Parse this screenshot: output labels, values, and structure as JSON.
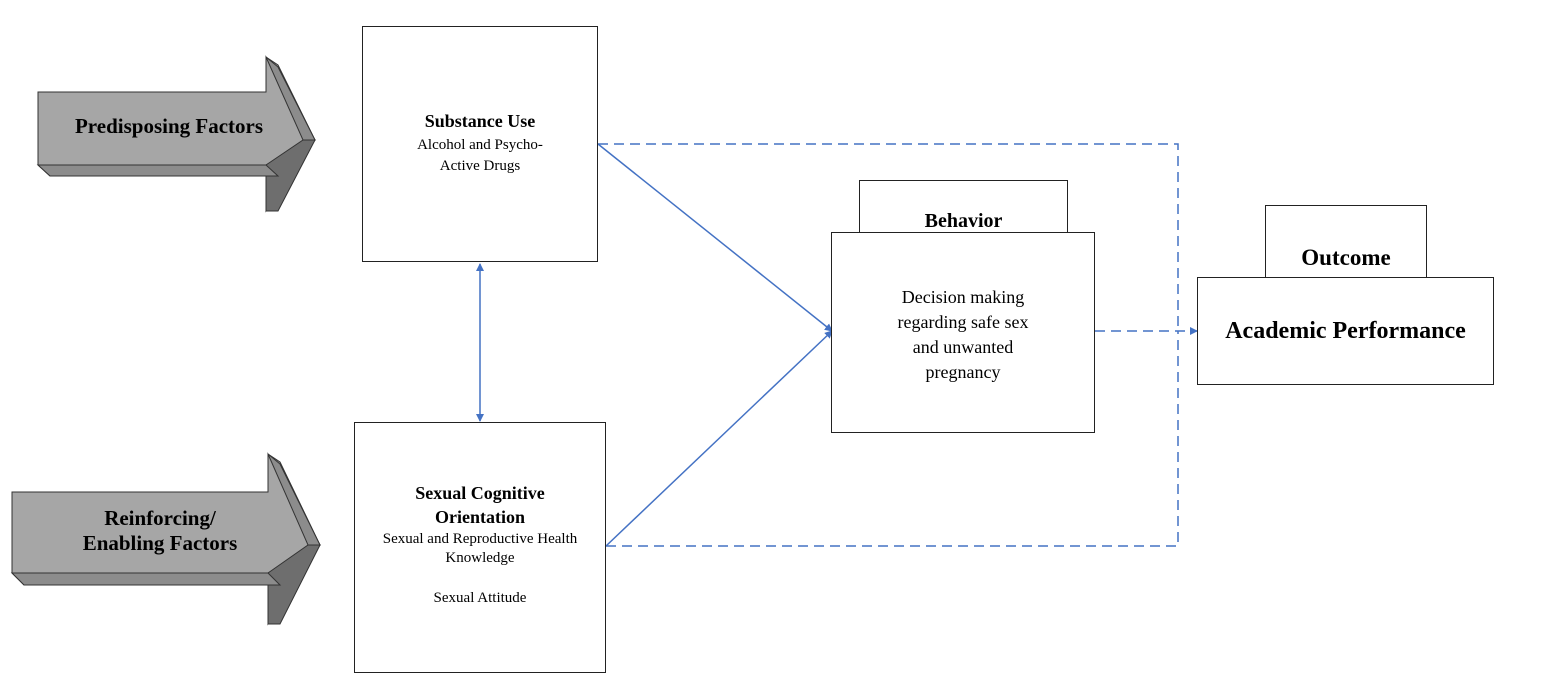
{
  "factors": {
    "predisposing": "Predisposing Factors",
    "reinforcing_line1": "Reinforcing/",
    "reinforcing_line2": "Enabling Factors"
  },
  "substance_use": {
    "title": "Substance Use",
    "line1": "Alcohol and Psycho-",
    "line2": "Active Drugs"
  },
  "sexual_cognitive": {
    "title_line1": "Sexual Cognitive",
    "title_line2": "Orientation",
    "line1": "Sexual and Reproductive Health",
    "line2": "Knowledge",
    "line3": "Sexual Attitude"
  },
  "behavior": {
    "header": "Behavior",
    "line1": "Decision making",
    "line2": "regarding safe sex",
    "line3": "and unwanted",
    "line4": "pregnancy"
  },
  "outcome": {
    "header": "Outcome",
    "label": "Academic Performance"
  },
  "colors": {
    "connector": "#4472c4",
    "arrow_fill": "#a6a6a6",
    "arrow_shadow": "#7f7f7f",
    "border": "#222222"
  }
}
